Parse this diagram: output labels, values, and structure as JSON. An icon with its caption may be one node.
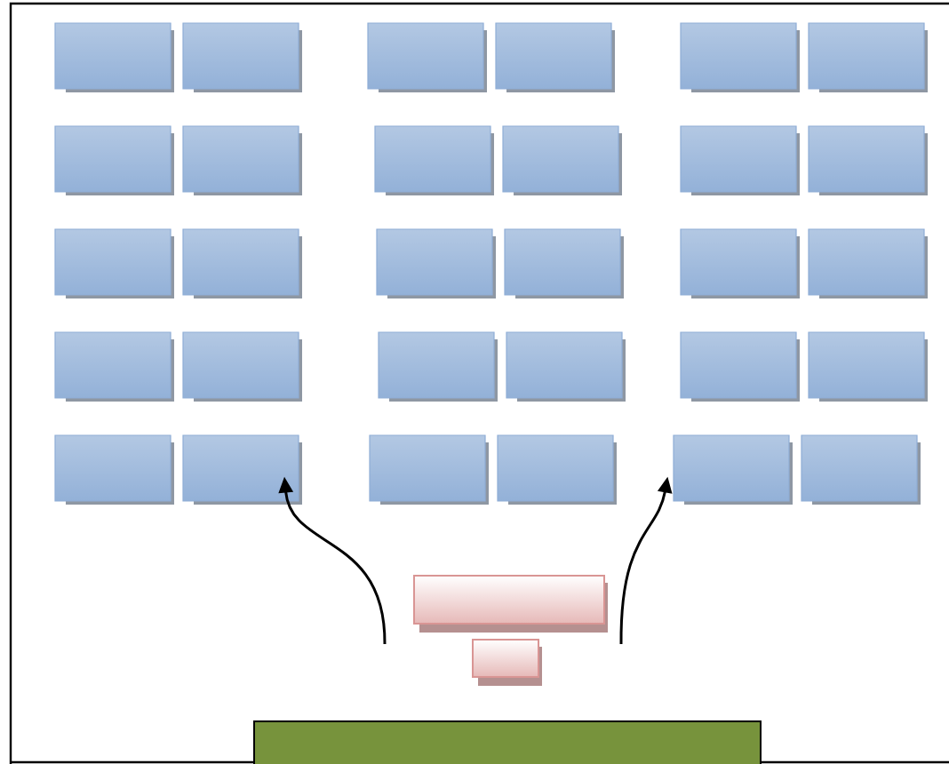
{
  "diagram": {
    "nodes": [
      {
        "text": [],
        "shape": "box"
      },
      {
        "text": [],
        "shape": "box"
      },
      {
        "text": [],
        "shape": "box"
      },
      {
        "text": [],
        "shape": "box"
      },
      {
        "text": [],
        "shape": "box"
      },
      {
        "text": [],
        "shape": "box"
      },
      {
        "text": [],
        "shape": "box"
      },
      {
        "text": [],
        "shape": "box"
      },
      {
        "text": [],
        "shape": "box"
      },
      {
        "text": [],
        "shape": "box"
      },
      {
        "text": [],
        "shape": "box"
      },
      {
        "text": [],
        "shape": "box"
      },
      {
        "text": [],
        "shape": "box"
      },
      {
        "text": [],
        "shape": "box"
      },
      {
        "text": [],
        "shape": "box"
      },
      {
        "text": [],
        "shape": "box"
      },
      {
        "text": [],
        "shape": "box"
      },
      {
        "text": [],
        "shape": "box"
      },
      {
        "text": [],
        "shape": "box"
      },
      {
        "text": [],
        "shape": "box"
      },
      {
        "text": [],
        "shape": "box"
      },
      {
        "text": [],
        "shape": "box"
      },
      {
        "text": [],
        "shape": "box"
      },
      {
        "text": [],
        "shape": "box"
      },
      {
        "text": [],
        "shape": "box"
      },
      {
        "text": [],
        "shape": "box"
      },
      {
        "text": [],
        "shape": "box"
      },
      {
        "text": [],
        "shape": "box"
      },
      {
        "text": [],
        "shape": "box"
      },
      {
        "text": [],
        "shape": "box"
      },
      {
        "text": [],
        "shape": "box"
      },
      {
        "text": [],
        "shape": "box"
      },
      {
        "text": [],
        "shape": "bar"
      }
    ],
    "edges": [
      {
        "from": 30,
        "to": 25,
        "arrow": "to"
      },
      {
        "from": 30,
        "to": 28,
        "arrow": "to"
      }
    ]
  }
}
